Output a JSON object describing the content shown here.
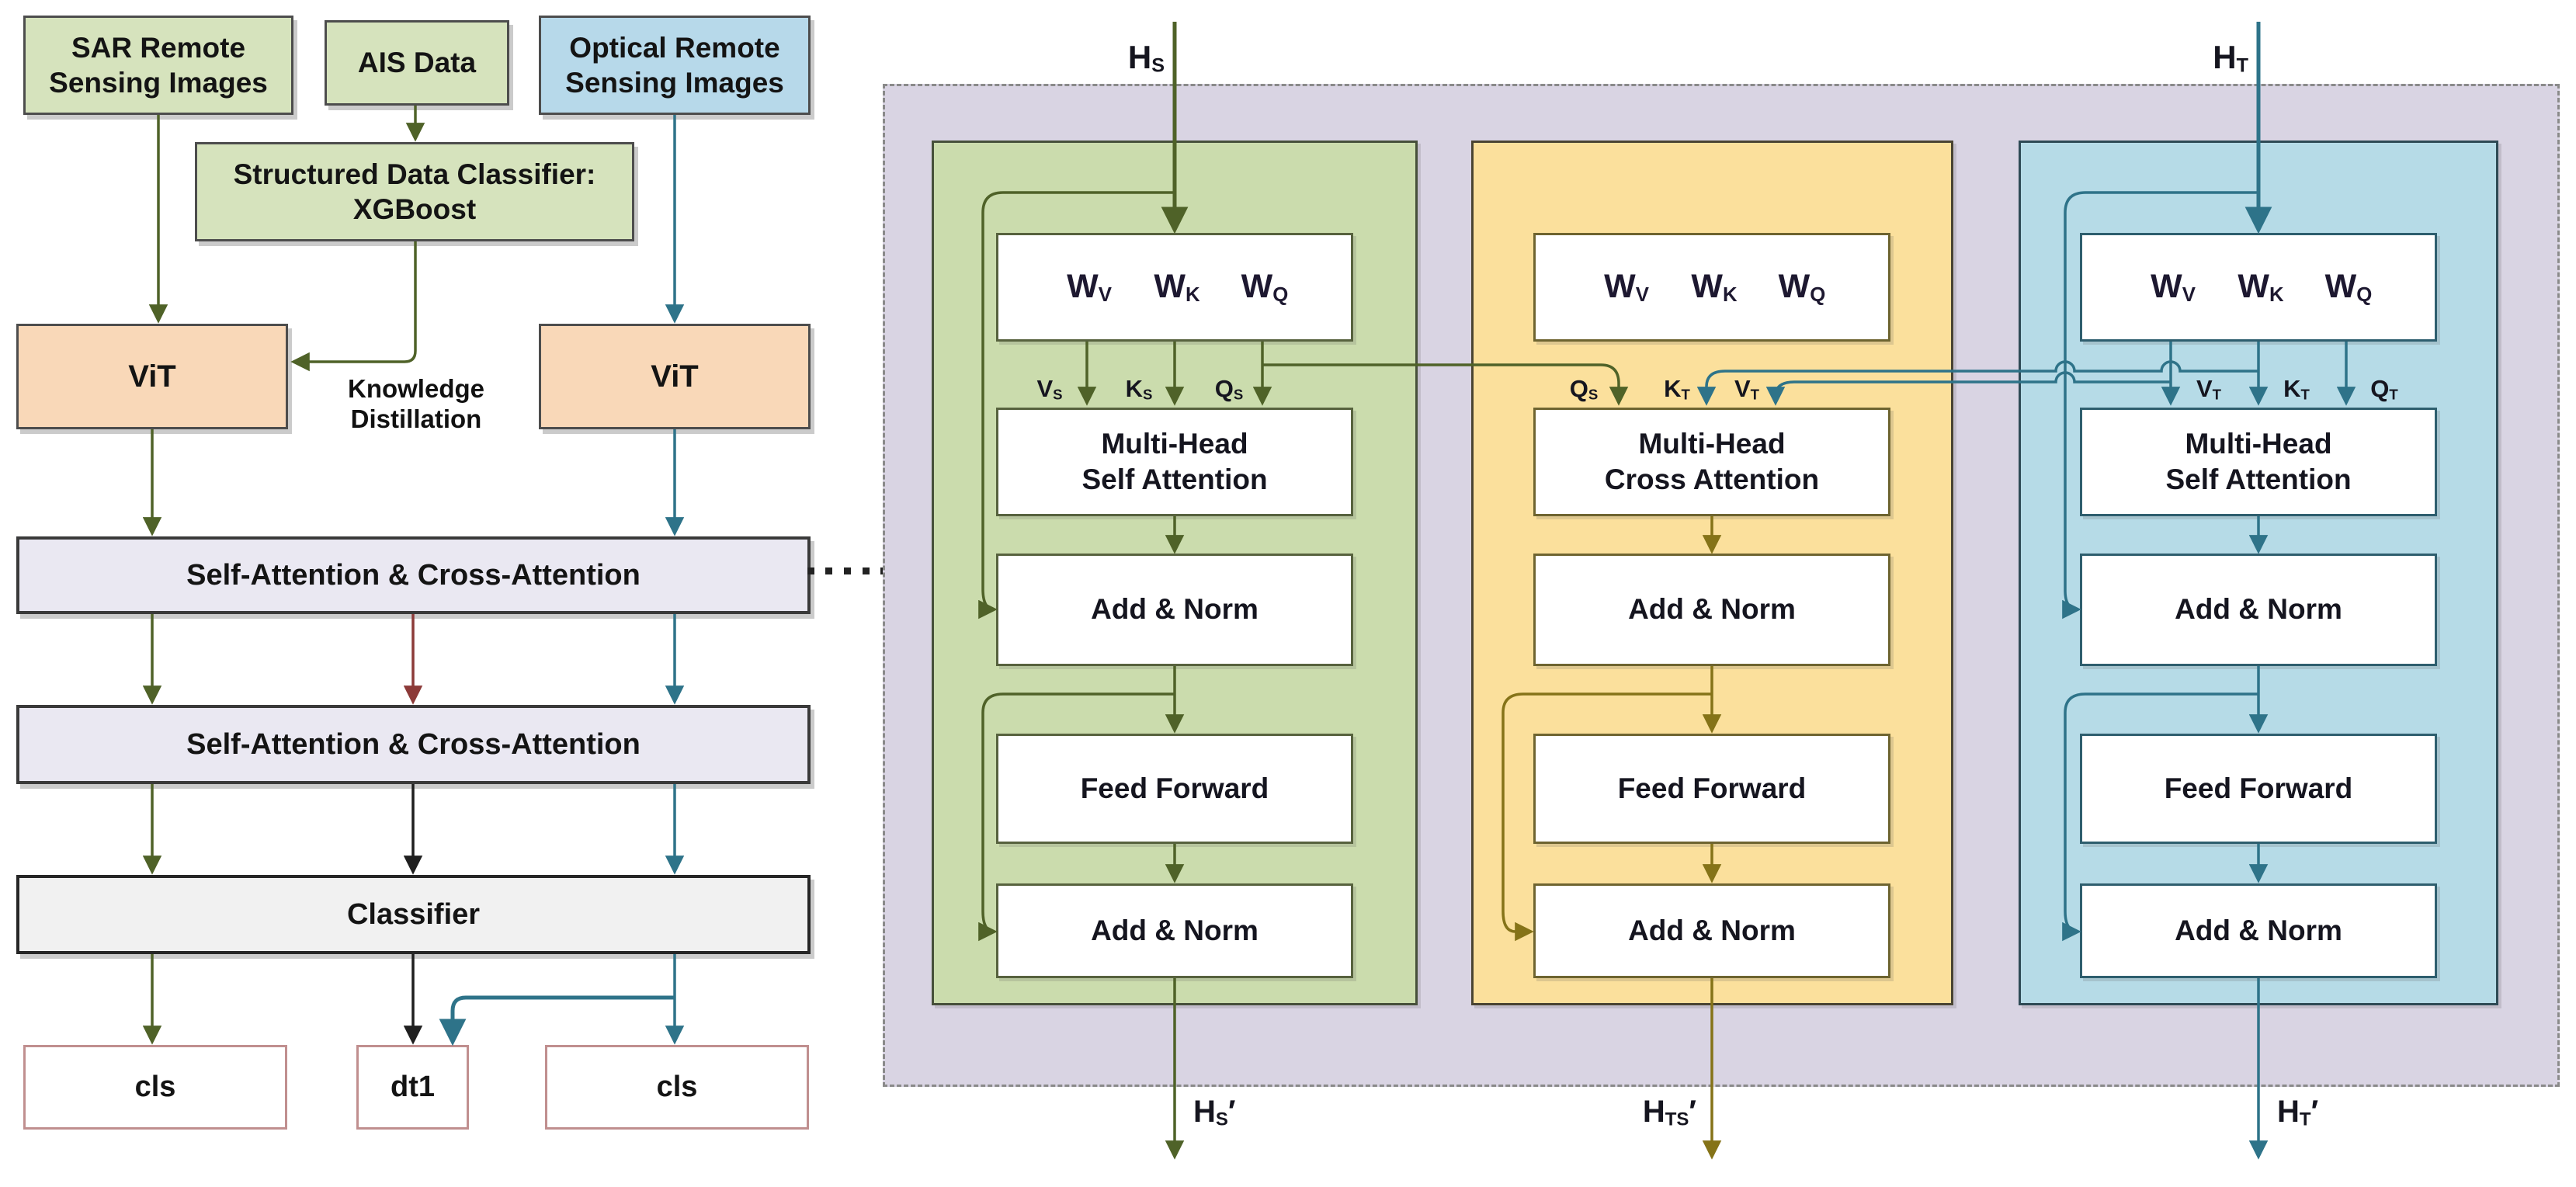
{
  "left_diagram": {
    "sar_box": {
      "line1": "SAR Remote",
      "line2": "Sensing Images"
    },
    "ais_box": {
      "label": "AIS Data"
    },
    "optical_box": {
      "line1": "Optical Remote",
      "line2": "Sensing Images"
    },
    "xgboost_box": {
      "line1": "Structured Data Classifier:",
      "line2": "XGBoost"
    },
    "vit_left": {
      "label": "ViT"
    },
    "vit_right": {
      "label": "ViT"
    },
    "knowledge_distillation": {
      "line1": "Knowledge",
      "line2": "Distillation"
    },
    "attention_box_1": {
      "label": "Self-Attention & Cross-Attention"
    },
    "attention_box_2": {
      "label": "Self-Attention & Cross-Attention"
    },
    "classifier_box": {
      "label": "Classifier"
    },
    "output_cls_left": {
      "label": "cls"
    },
    "output_dt1": {
      "label": "dt1"
    },
    "output_cls_right": {
      "label": "cls"
    }
  },
  "detail_view": {
    "input_left": {
      "base": "H",
      "sub": "S"
    },
    "input_right": {
      "base": "H",
      "sub": "T"
    },
    "columns": [
      {
        "name": "source-self-attention",
        "weights": [
          {
            "base": "W",
            "sub": "V"
          },
          {
            "base": "W",
            "sub": "K"
          },
          {
            "base": "W",
            "sub": "Q"
          }
        ],
        "qkv": [
          {
            "base": "V",
            "sub": "S"
          },
          {
            "base": "K",
            "sub": "S"
          },
          {
            "base": "Q",
            "sub": "S"
          }
        ],
        "attention": {
          "line1": "Multi-Head",
          "line2": "Self Attention"
        },
        "add_norm_1": "Add & Norm",
        "feed_forward": "Feed Forward",
        "add_norm_2": "Add & Norm",
        "output": {
          "base": "H",
          "sub": "S",
          "prime": "′"
        }
      },
      {
        "name": "cross-attention",
        "weights": [
          {
            "base": "W",
            "sub": "V"
          },
          {
            "base": "W",
            "sub": "K"
          },
          {
            "base": "W",
            "sub": "Q"
          }
        ],
        "qkv": [
          {
            "base": "Q",
            "sub": "S"
          },
          {
            "base": "K",
            "sub": "T"
          },
          {
            "base": "V",
            "sub": "T"
          }
        ],
        "attention": {
          "line1": "Multi-Head",
          "line2": "Cross Attention"
        },
        "add_norm_1": "Add & Norm",
        "feed_forward": "Feed Forward",
        "add_norm_2": "Add & Norm",
        "output": {
          "base": "H",
          "sub": "TS",
          "prime": "′"
        }
      },
      {
        "name": "target-self-attention",
        "weights": [
          {
            "base": "W",
            "sub": "V"
          },
          {
            "base": "W",
            "sub": "K"
          },
          {
            "base": "W",
            "sub": "Q"
          }
        ],
        "qkv": [
          {
            "base": "V",
            "sub": "T"
          },
          {
            "base": "K",
            "sub": "T"
          },
          {
            "base": "Q",
            "sub": "T"
          }
        ],
        "attention": {
          "line1": "Multi-Head",
          "line2": "Self Attention"
        },
        "add_norm_1": "Add & Norm",
        "feed_forward": "Feed Forward",
        "add_norm_2": "Add & Norm",
        "output": {
          "base": "H",
          "sub": "T",
          "prime": "′"
        }
      }
    ]
  },
  "colors": {
    "green_fill": "#d6e3bd",
    "blue_fill": "#b7d9ea",
    "orange_fill": "#f9d8b8",
    "lavender_fill": "#eae8f2",
    "gray_fill": "#f1f1f1",
    "container_fill": "#d9d4e3",
    "green_panel": "#cbdcad",
    "yellow_panel": "#fbe09c",
    "blue_panel": "#b6dbe7",
    "arrow_green": "#4f6228",
    "arrow_teal": "#2e7389",
    "arrow_olive": "#857318",
    "arrow_red": "#8c3a38",
    "arrow_black": "#1f1f1f",
    "cls_border": "#c08f8f"
  }
}
